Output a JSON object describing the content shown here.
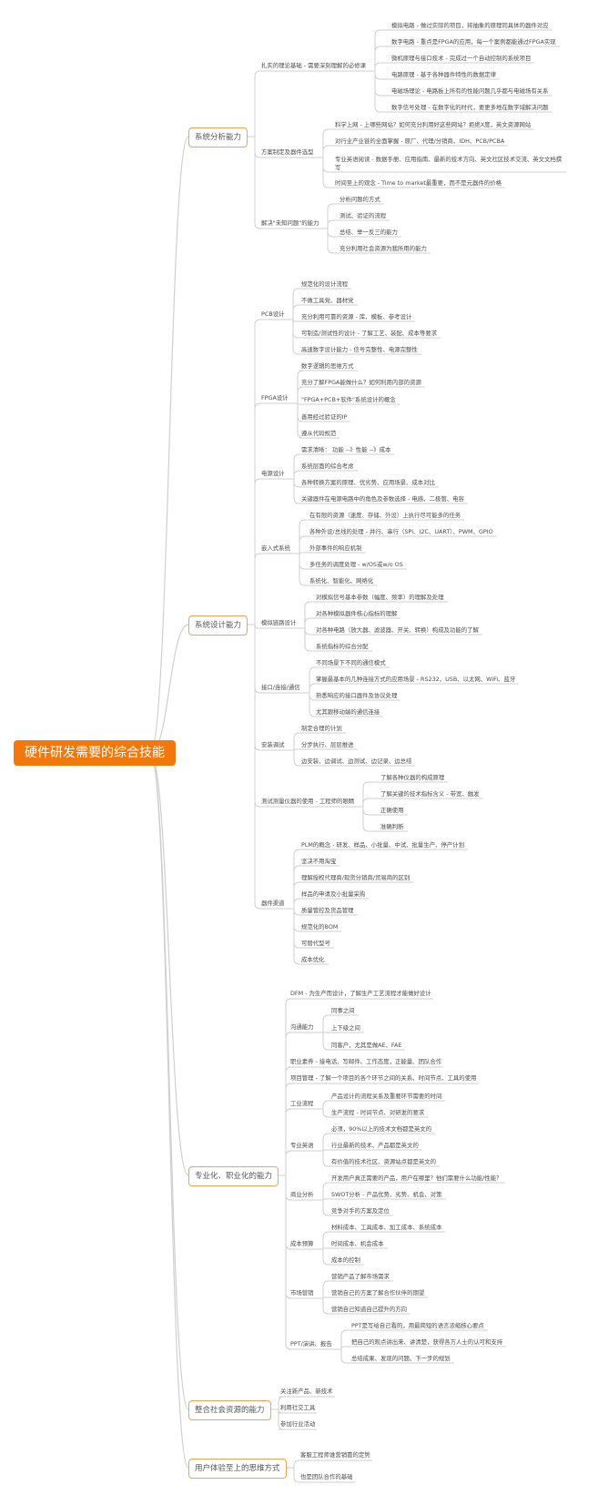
{
  "root": {
    "label": "硬件研发需要的综合技能"
  },
  "branches": [
    {
      "label": "系统分析能力",
      "children": [
        {
          "label": "扎实的理论基础 - 需要深刻理解的必修课",
          "children": [
            "模拟电路 - 做过实际的项目，将抽象的原理同具体的器件对应",
            "数字电路 - 重点是FPGA的应用，每一个案例都能通过FPGA实现",
            "微机原理与接口技术 - 完成过一个自动控制的系统项目",
            "电路原理 - 基于各种器件特性的数据定律",
            "电磁场理论 - 电路板上所有的性能问题几乎都与电磁场有关系",
            "数字信号处理 - 在数字化的时代，要更多地在数字域解决问题"
          ]
        },
        {
          "label": "方案制定及器件选型",
          "children": [
            "科学上网 - 上哪些网站？如何充分利用好这些网站？拒绝X度，英文资源网站",
            "对行业产业链的全面掌握 - 原厂、代理/分销商、IDH、PCB/PCBA",
            "专业英语阅读 - 数据手册、应用指南、最新的技术方向、英文社区技术交流、英文文档撰写",
            "时间至上的观念 - Time to market最重要，而不是元器件的价格"
          ]
        },
        {
          "label": "解决\"未知问题\"的能力",
          "children": [
            "分析问题的方式",
            "测试、验证的流程",
            "总结、举一反三的能力",
            "充分利用社会资源为我所用的能力"
          ]
        }
      ]
    },
    {
      "label": "系统设计能力",
      "children": [
        {
          "label": "PCB设计",
          "children": [
            "规范化的设计流程",
            "不做工具党、器材党",
            "充分利用可靠的资源 - 库、模板、参考设计",
            "可制造/测试性的设计 - 了解工艺、装配、成本等要求",
            "高速数字设计能力 - 信号完整性、电源完整性"
          ]
        },
        {
          "label": "FPGA设计",
          "children": [
            "数字逻辑的思维方式",
            "充分了解FPGA能做什么？如何利用内部的资源",
            "\"FPGA+PCB+软件\"系统设计的概念",
            "善用经过验证的IP",
            "遵从代码规范"
          ]
        },
        {
          "label": "电源设计",
          "children": [
            "需求清晰： 功能 --》性能 --》成本",
            "系统层面的综合考虑",
            "各种转换方案的原理、优劣势、应用场景、成本对比",
            "关键器件在电源电路中的角色及参数选择 - 电感、二极管、电容"
          ]
        },
        {
          "label": "嵌入式系统",
          "children": [
            "在有限的资源（速度、存储、外设）上执行尽可能多的任务",
            "各种外设/总线的处理 - 并行、串行（SPI、I2C、UART）、PWM、GPIO",
            "外部事件的响应机制",
            "多任务的调度处理 - w/OS或w/o OS",
            "系统化、智能化、网络化"
          ]
        },
        {
          "label": "模拟链路设计",
          "children": [
            "对模拟信号基本参数（幅度、频率）的理解及处理",
            "对各种模拟器件核心指标的理解",
            "对各种电路（放大器、滤波器、开关、转换）构成及功能的了解",
            "系统指标的综合分配"
          ]
        },
        {
          "label": "接口/连接/通信",
          "children": [
            "不同场景下不同的通信模式",
            "掌握最基本的几种连接方式的应用场景 - RS232、USB、以太网、WiFi、蓝牙",
            "熟悉响应的接口器件及协议处理",
            "尤其跟移动端的通信连接"
          ]
        },
        {
          "label": "安装调试",
          "children": [
            "制定合理的计划",
            "分步执行、层层推进",
            "边安装、边调试、边测试、边记录、边总结"
          ]
        },
        {
          "label": "测试测量仪器的使用 - 工程师的眼睛",
          "children": [
            "了解各种仪器的构成原理",
            "了解关键的技术指标含义 - 带宽、触发",
            "正确使用",
            "准确判断"
          ]
        },
        {
          "label": "器件渠道",
          "children": [
            "PLM的概念 - 研发、样品、小批量、中试、批量生产、停产计划",
            "坚决不用淘宝",
            "理解授权代理商/现货分销商/贸易商的区别",
            "样品的申请及小批量采购",
            "质量管控及货品管理",
            "规范化的BOM",
            "可替代型号",
            "成本优化"
          ]
        }
      ]
    },
    {
      "label": "专业化、职业化的能力",
      "children": [
        {
          "label": "DFM - 为生产而设计，了解生产工艺流程才能做好设计",
          "children": []
        },
        {
          "label": "沟通能力",
          "children": [
            "同事之间",
            "上下级之间",
            "同客户，尤其是做AE、FAE"
          ]
        },
        {
          "label": "职业素养 - 接电话、写邮件、工作态度，正能量、团队合作",
          "children": []
        },
        {
          "label": "项目管理 - 了解一个项目的各个环节之间的关系、时间节点、工具的使用",
          "children": []
        },
        {
          "label": "工业流程",
          "children": [
            "产品设计的流程关系及重要环节需要的时间",
            "生产流程 - 时间节点、对研发的要求"
          ]
        },
        {
          "label": "专业英语",
          "children": [
            "必须，90%以上的技术文档都是英文的",
            "行业最新的技术、产品都是英文的",
            "有价值的技术社区、资源站点都是英文的"
          ]
        },
        {
          "label": "商业分析",
          "children": [
            "开发用户真正需要的产品，用户在哪里？他们需要什么功能/性能？",
            "SWOT分析 - 产品优势、劣势、机会、对策",
            "竞争对手的方案及定位"
          ]
        },
        {
          "label": "成本预算",
          "children": [
            "材料成本、工具成本、加工成本、系统成本",
            "时间成本、机会成本",
            "成本的控制"
          ]
        },
        {
          "label": "市场营销",
          "children": [
            "营销产品了解市场需求",
            "营销自己的方案了解合作伙伴的期望",
            "营销自己知道自己提升的方向"
          ]
        },
        {
          "label": "PPT/演讲、报告",
          "children": [
            "PPT是写给自己看的，用最简短的语言浓缩核心要点",
            "把自己的观点讲出来、讲清楚，获得各方人士的认可和支持",
            "总结成果、发现的问题、下一步的规划"
          ]
        }
      ]
    },
    {
      "label": "整合社会资源的能力",
      "children": [
        {
          "label": "关注新产品、新技术",
          "children": []
        },
        {
          "label": "利用社交工具",
          "children": []
        },
        {
          "label": "参加行业活动",
          "children": []
        }
      ]
    },
    {
      "label": "用户体验至上的思维方式",
      "children": [
        {
          "label": "客服工程师谁营销靠的定势",
          "children": []
        },
        {
          "label": "也是团队合作的基础",
          "children": []
        }
      ]
    }
  ],
  "colors": {
    "root_fill": "#f2780c",
    "branch_border": "#f4a25a",
    "line": "#cfcfcf"
  }
}
